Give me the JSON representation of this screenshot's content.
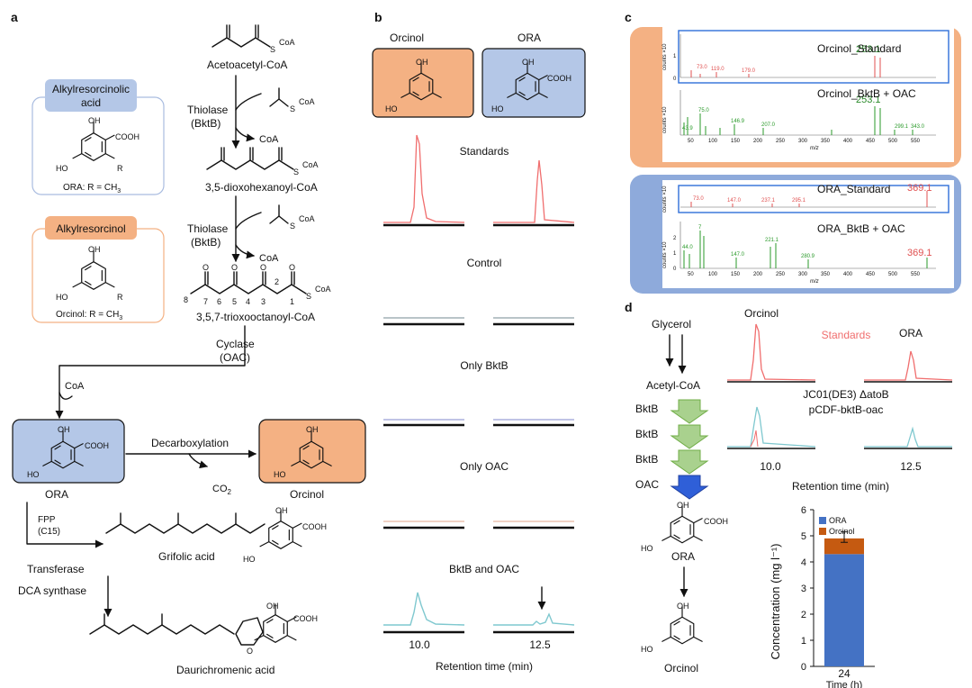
{
  "panel_labels": {
    "a": "a",
    "b": "b",
    "c": "c",
    "d": "d"
  },
  "panel_a": {
    "alkylresorcinolic_acid_label": [
      "Alkylresorcinolic",
      "acid"
    ],
    "alkylresorcinol_label": "Alkylresorcinol",
    "ora_caption": "ORA: R = CH",
    "orcinol_caption": "Orcinol: R = CH",
    "subscript_3": "3",
    "acetoacetyl": "Acetoacetyl-CoA",
    "dioxohexanoyl": "3,5-dioxohexanoyl-CoA",
    "trioxooctanoyl": "3,5,7-trioxooctanoyl-CoA",
    "thiolase_1": [
      "Thiolase",
      "(BktB)"
    ],
    "thiolase_2": [
      "Thiolase",
      "(BktB)"
    ],
    "cyclase": [
      "Cyclase",
      "(OAC)"
    ],
    "coa": "CoA",
    "s": "S",
    "decarboxylation": "Decarboxylation",
    "co2": "CO",
    "co2_sub": "2",
    "ora_name": "ORA",
    "orcinol_name": "Orcinol",
    "fpp": [
      "FPP",
      "(C15)"
    ],
    "transferase": "Transferase",
    "grifolic_acid": "Grifolic acid",
    "dca_synthase": "DCA synthase",
    "daurichromenic_acid": "Daurichromenic acid",
    "atoms": {
      "oh": "OH",
      "ho": "HO",
      "cooh": "COOH",
      "r": "R",
      "o": "O"
    },
    "carbon_numbers": [
      "8",
      "7",
      "6",
      "5",
      "4",
      "3",
      "2",
      "1"
    ]
  },
  "panel_b": {
    "orcinol_header": "Orcinol",
    "ora_header": "ORA",
    "conditions": [
      "Standards",
      "Control",
      "Only BktB",
      "Only OAC",
      "BktB and OAC"
    ],
    "x_ticks": [
      "10.0",
      "12.5"
    ],
    "x_label": "Retention time (min)"
  },
  "panel_c": {
    "orcinol_standard": "Orcinol_Standard",
    "orcinol_bktb_oac": "Orcinol_BktB + OAC",
    "ora_standard": "ORA_Standard",
    "ora_bktb_oac": "ORA_BktB + OAC",
    "y_axis": "counts ×10",
    "x_axis": "m/z",
    "x_ticks": [
      "50",
      "100",
      "150",
      "200",
      "250",
      "300",
      "350",
      "400",
      "450",
      "500",
      "550"
    ],
    "y_ticks_small": [
      "0",
      "1"
    ],
    "y_ticks_ora": [
      "0",
      "1",
      "2"
    ],
    "peaks": {
      "orcinol_std": [
        "253.1",
        "73.0",
        "119.0",
        "179.0"
      ],
      "orcinol_mix": [
        "253.1",
        "43.9",
        "75.0",
        "146.9",
        "207.0",
        "299.1",
        "343.0"
      ],
      "ora_std": [
        "369.1",
        "73.0",
        "147.0",
        "237.1",
        "295.1"
      ],
      "ora_mix": [
        "369.1",
        "44.0",
        "7",
        "147.0",
        "221.1",
        "280.9"
      ]
    }
  },
  "panel_d": {
    "glycerol": "Glycerol",
    "acetyl_coa": "Acetyl-CoA",
    "enzymes": [
      "BktB",
      "BktB",
      "BktB",
      "OAC"
    ],
    "ora": "ORA",
    "orcinol": "Orcinol",
    "orcinol_peak": "Orcinol",
    "standards": "Standards",
    "ora_peak": "ORA",
    "strain_line1": "JC01(DE3) ΔatoB",
    "strain_line2": "pCDF-bktB-oac",
    "x_ticks": [
      "10.0",
      "12.5"
    ],
    "x_label": "Retention time (min)"
  },
  "chart_data": {
    "type": "bar",
    "stacked": true,
    "categories": [
      "24"
    ],
    "xlabel": "Time (h)",
    "ylabel": "Concentration (mg l⁻¹)",
    "ylim": [
      0,
      6
    ],
    "yticks": [
      "0",
      "1",
      "2",
      "3",
      "4",
      "5",
      "6"
    ],
    "series": [
      {
        "name": "ORA",
        "values": [
          4.3
        ],
        "color": "#4472c4"
      },
      {
        "name": "Orcinol",
        "values": [
          0.6
        ],
        "color": "#c55a11"
      }
    ],
    "error_top": [
      4.95,
      0.2
    ],
    "legend": "top-left"
  }
}
